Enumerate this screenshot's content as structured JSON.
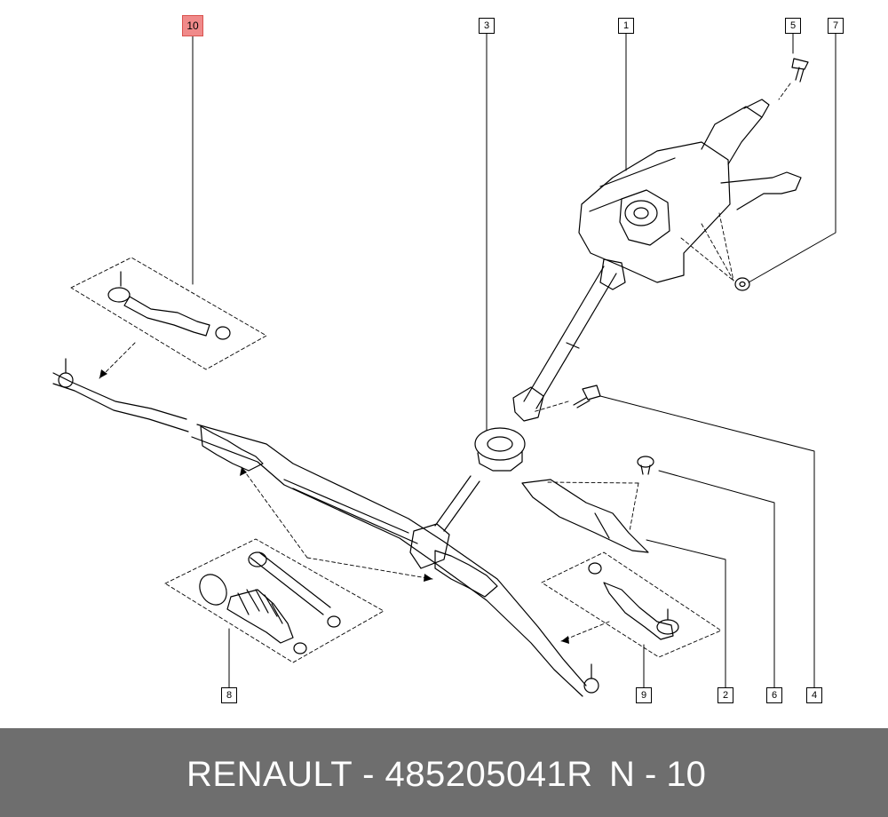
{
  "callouts": {
    "c1": "1",
    "c2": "2",
    "c3": "3",
    "c4": "4",
    "c5": "5",
    "c6": "6",
    "c7": "7",
    "c8": "8",
    "c9": "9",
    "c10": "10"
  },
  "highlighted_callout": "10",
  "colors": {
    "highlight_fill": "#f08a8a",
    "footer_background": "#6e6e6e",
    "footer_text": "#ffffff"
  },
  "footer": {
    "title": "RENAULT - 485205041R",
    "page": "N - 10"
  }
}
